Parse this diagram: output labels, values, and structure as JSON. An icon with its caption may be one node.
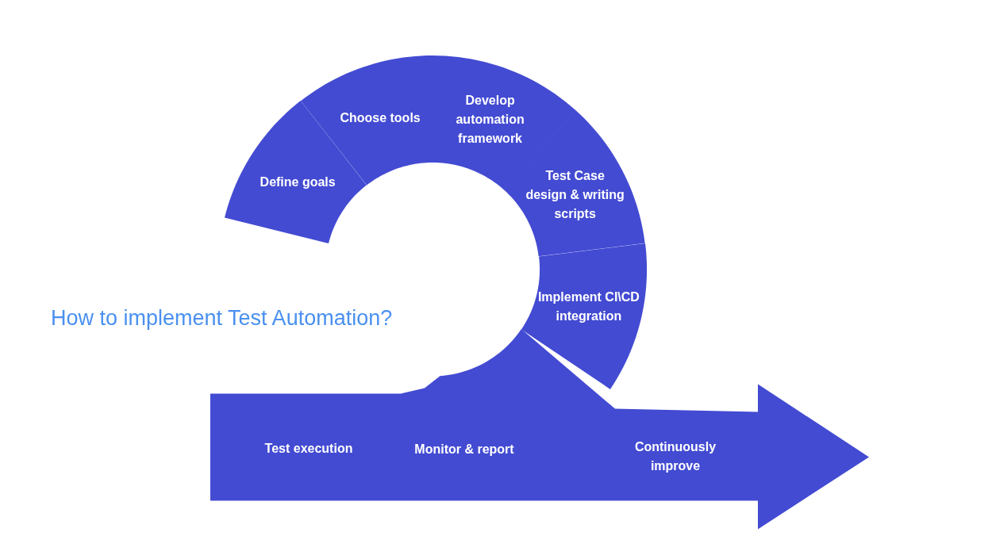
{
  "diagram": {
    "title": "How to implement Test Automation?",
    "nodes": [
      {
        "text": [
          "Define goals"
        ]
      },
      {
        "text": [
          "Choose tools"
        ]
      },
      {
        "text": [
          "Develop automation framework"
        ]
      },
      {
        "text": [
          "Test Case design & writing scripts"
        ]
      },
      {
        "text": [
          "Implement CI\\CD integration"
        ]
      },
      {
        "text": [
          "Test execution",
          "Monitor & report",
          "Continuously improve"
        ]
      }
    ]
  }
}
